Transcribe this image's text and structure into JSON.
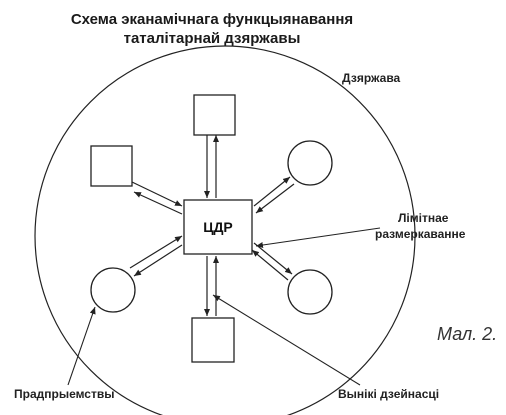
{
  "title": {
    "line1": "Схема эканамічнага функцыянавання",
    "line2": "таталітарнай дзяржавы"
  },
  "labels": {
    "state": "Дзяржава",
    "center": "ЦДР",
    "limited_line1": "Лімітнае",
    "limited_line2": "размеркаванне",
    "enterprises": "Прадпрыемствы",
    "results": "Вынікі дзейнасці",
    "caption": "Мал. 2."
  }
}
